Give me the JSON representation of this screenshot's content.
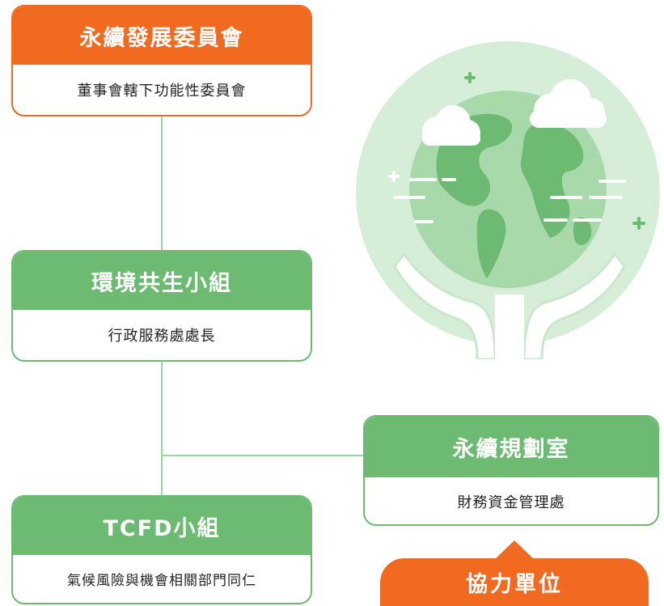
{
  "committee": {
    "title": "永續發展委員會",
    "subtitle": "董事會轄下功能性委員會"
  },
  "env_group": {
    "title": "環境共生小組",
    "subtitle": "行政服務處處長"
  },
  "tcfd_group": {
    "title": "TCFD小組",
    "subtitle": "氣候風險與機會相關部門同仁"
  },
  "planning_office": {
    "title": "永續規劃室",
    "subtitle": "財務資金管理處"
  },
  "support_label": "協力單位",
  "colors": {
    "orange": "#f26a20",
    "green": "#6dba72",
    "light_green": "#c9e7cb"
  },
  "illustration": {
    "icon": "globe-in-hands-icon"
  }
}
